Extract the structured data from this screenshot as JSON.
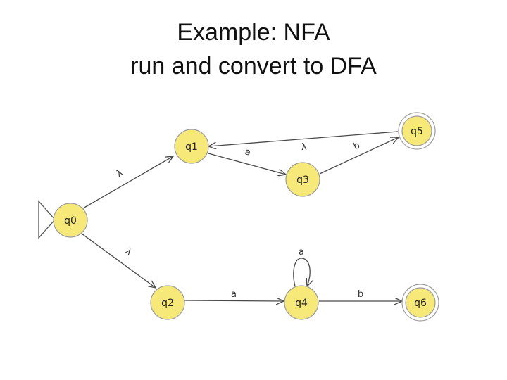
{
  "title": {
    "line1": "Example: NFA",
    "line2": "run and convert to DFA"
  },
  "diagram": {
    "type": "nfa",
    "start_state": "q0",
    "states": [
      {
        "id": "q0",
        "label": "q0",
        "final": false
      },
      {
        "id": "q1",
        "label": "q1",
        "final": false
      },
      {
        "id": "q2",
        "label": "q2",
        "final": false
      },
      {
        "id": "q3",
        "label": "q3",
        "final": false
      },
      {
        "id": "q4",
        "label": "q4",
        "final": false
      },
      {
        "id": "q5",
        "label": "q5",
        "final": true
      },
      {
        "id": "q6",
        "label": "q6",
        "final": true
      }
    ],
    "transitions": [
      {
        "from": "q0",
        "to": "q1",
        "label": "λ"
      },
      {
        "from": "q0",
        "to": "q2",
        "label": "λ"
      },
      {
        "from": "q1",
        "to": "q3",
        "label": "a"
      },
      {
        "from": "q3",
        "to": "q5",
        "label": "b"
      },
      {
        "from": "q5",
        "to": "q1",
        "label": "λ"
      },
      {
        "from": "q2",
        "to": "q4",
        "label": "a"
      },
      {
        "from": "q4",
        "to": "q4",
        "label": "a"
      },
      {
        "from": "q4",
        "to": "q6",
        "label": "b"
      }
    ],
    "colors": {
      "state_fill": "#f6e97a",
      "state_stroke": "#9c9c9c",
      "edge": "#4a4a4a"
    }
  }
}
